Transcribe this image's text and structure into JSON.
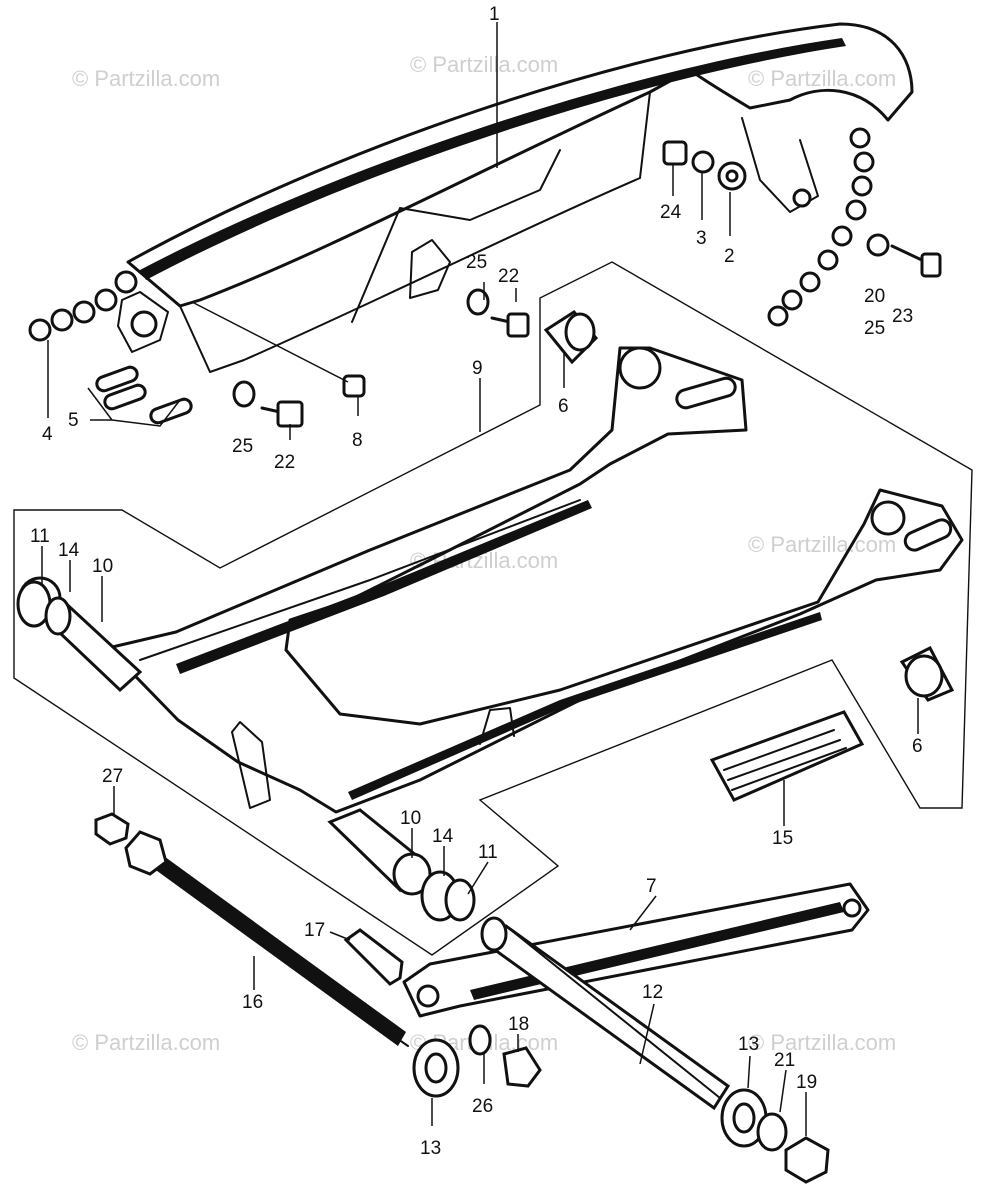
{
  "watermark": "© Partzilla.com",
  "callouts": [
    "1",
    "2",
    "3",
    "4",
    "5",
    "6",
    "6",
    "7",
    "8",
    "9",
    "10",
    "10",
    "11",
    "11",
    "12",
    "13",
    "13",
    "14",
    "14",
    "15",
    "16",
    "17",
    "18",
    "19",
    "20",
    "21",
    "22",
    "22",
    "23",
    "24",
    "25",
    "25",
    "25",
    "26",
    "27"
  ],
  "colors": {
    "ink": "#111111",
    "paper": "#ffffff",
    "watermark": "#cfcfcf"
  }
}
